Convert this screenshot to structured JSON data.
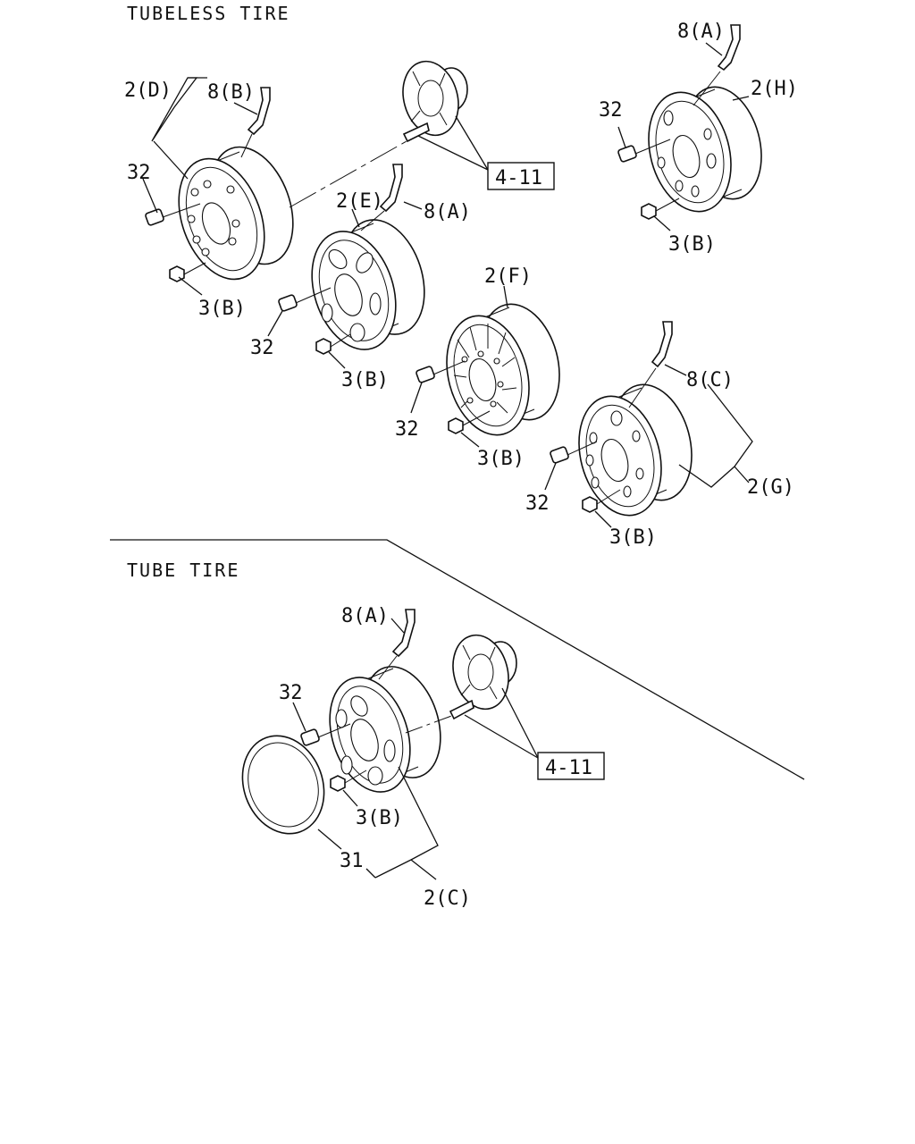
{
  "sections": {
    "tubeless": "TUBELESS TIRE",
    "tube": "TUBE TIRE"
  },
  "labels": {
    "wheel_2d": "2(D)",
    "wheel_2e": "2(E)",
    "wheel_2f": "2(F)",
    "wheel_2g": "2(G)",
    "wheel_2h": "2(H)",
    "wheel_2c": "2(C)",
    "valve_8a": "8(A)",
    "valve_8b": "8(B)",
    "valve_8c": "8(C)",
    "nut_3b": "3(B)",
    "nut_32": "32",
    "rim_31": "31",
    "ref_4_11": "4-11"
  }
}
